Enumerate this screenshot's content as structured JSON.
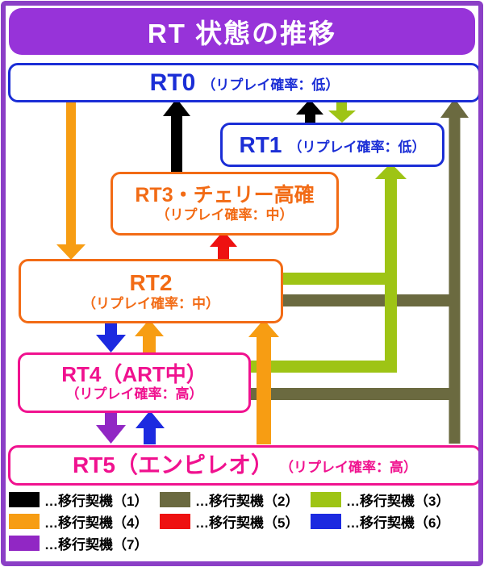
{
  "title": "RT 状態の推移",
  "colors": {
    "frame": "#8b3fc6",
    "title_bg": "#9733d9",
    "node_blue": "#1b2ed6",
    "node_orange": "#f26b15",
    "node_pink": "#f0128f",
    "trigger1": "#000000",
    "trigger2": "#6b6a40",
    "trigger3": "#9ec415",
    "trigger4": "#f79d13",
    "trigger5": "#ee1111",
    "trigger6": "#1c2ae0",
    "trigger7": "#9127c4"
  },
  "nodes": {
    "rt0": {
      "label": "RT0",
      "sub": "（リプレイ確率：低）"
    },
    "rt1": {
      "label": "RT1",
      "sub": "（リプレイ確率：低）"
    },
    "rt3": {
      "label": "RT3・チェリー高確",
      "sub": "（リプレイ確率：中）"
    },
    "rt2": {
      "label": "RT2",
      "sub": "（リプレイ確率：中）"
    },
    "rt4": {
      "label": "RT4（ART中）",
      "sub": "（リプレイ確率：高）"
    },
    "rt5": {
      "label": "RT5（エンピレオ）",
      "sub": "（リプレイ確率：高）"
    }
  },
  "transitions": [
    {
      "from": "RT3",
      "to": "RT0",
      "trigger": 1
    },
    {
      "from": "RT1",
      "to": "RT0",
      "trigger": 1
    },
    {
      "from": "RT2",
      "to": "RT0",
      "trigger": 2
    },
    {
      "from": "RT4",
      "to": "RT0",
      "trigger": 2
    },
    {
      "from": "RT5",
      "to": "RT0",
      "trigger": 2
    },
    {
      "from": "RT0",
      "to": "RT1",
      "trigger": 3
    },
    {
      "from": "RT2",
      "to": "RT1",
      "trigger": 3
    },
    {
      "from": "RT4",
      "to": "RT1",
      "trigger": 3
    },
    {
      "from": "RT0",
      "to": "RT2",
      "trigger": 4
    },
    {
      "from": "RT4",
      "to": "RT2",
      "trigger": 4
    },
    {
      "from": "RT5",
      "to": "RT2",
      "trigger": 4
    },
    {
      "from": "RT2",
      "to": "RT3",
      "trigger": 5
    },
    {
      "from": "RT2",
      "to": "RT4",
      "trigger": 6
    },
    {
      "from": "RT5",
      "to": "RT4",
      "trigger": 6
    },
    {
      "from": "RT4",
      "to": "RT5",
      "trigger": 7
    }
  ],
  "legend": {
    "items": [
      {
        "label": "…移行契機（1）",
        "color": "#000000"
      },
      {
        "label": "…移行契機（2）",
        "color": "#6b6a40"
      },
      {
        "label": "…移行契機（3）",
        "color": "#9ec415"
      },
      {
        "label": "…移行契機（4）",
        "color": "#f79d13"
      },
      {
        "label": "…移行契機（5）",
        "color": "#ee1111"
      },
      {
        "label": "…移行契機（6）",
        "color": "#1c2ae0"
      },
      {
        "label": "…移行契機（7）",
        "color": "#9127c4"
      }
    ]
  }
}
